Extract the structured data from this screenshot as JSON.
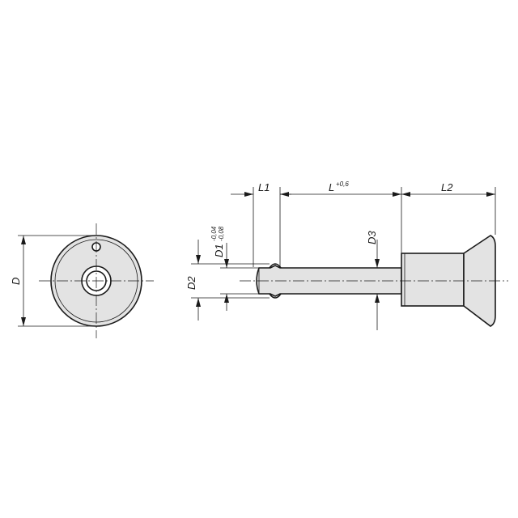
{
  "labels": {
    "D": "D",
    "L1": "L1",
    "L": "L",
    "L_tol": "+0,6",
    "L2": "L2",
    "D3": "D3",
    "D2": "D2",
    "D1": "D1",
    "D1_tol_upper": "-0,04",
    "D1_tol_lower": "-0,08"
  }
}
